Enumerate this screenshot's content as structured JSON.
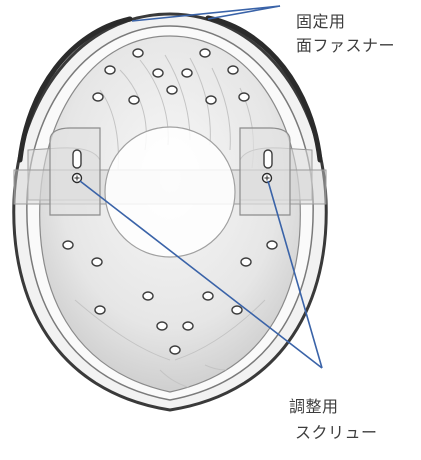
{
  "labels": {
    "fastener_line1": "固定用",
    "fastener_line2": "面ファスナー",
    "screw_line1": "調整用",
    "screw_line2": "スクリュー"
  },
  "colors": {
    "leader_line": "#3a63a8",
    "outline": "#444444",
    "band": "#d9d9d9",
    "text": "#3d3d3d"
  }
}
